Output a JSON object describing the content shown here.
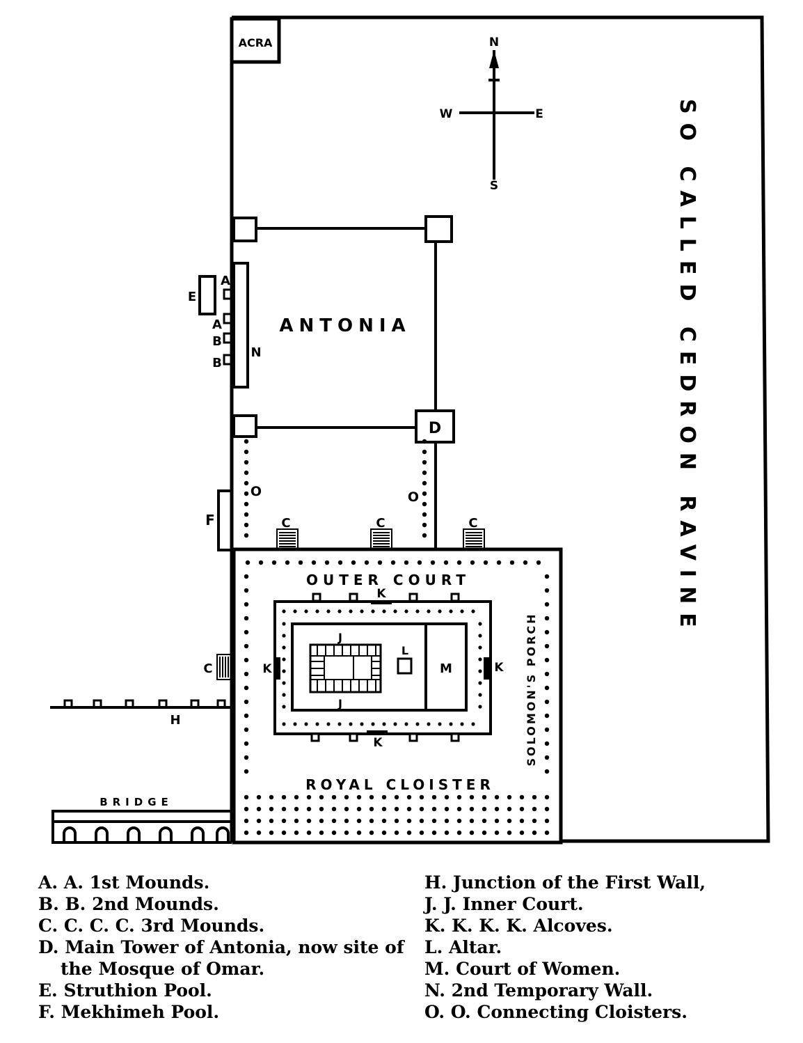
{
  "map": {
    "labels": {
      "acra": "ACRA",
      "compass_n": "N",
      "compass_s": "S",
      "compass_e": "E",
      "compass_w": "W",
      "ravine": "SO CALLED CEDRON RAVINE",
      "antonia": "ANTONIA",
      "tower_d": "D",
      "pool_e": "E",
      "pool_f": "F",
      "mound_a": "A",
      "mound_b": "B",
      "mound_c": "C",
      "wall_n": "N",
      "cloister_o": "O",
      "outer_court": "OUTER COURT",
      "royal_cloister": "ROYAL CLOISTER",
      "solomons_porch": "SOLOMON'S PORCH",
      "inner_j": "J",
      "alcove_k": "K",
      "altar_l": "L",
      "women_m": "M",
      "junction_h": "H",
      "bridge": "BRIDGE"
    }
  },
  "legend": {
    "left": [
      "A. A.  1st Mounds.",
      "B. B.  2nd Mounds.",
      "C. C. C. C.  3rd Mounds.",
      "D. Main Tower of Antonia, now site of the Mosque of Omar.",
      "E. Struthion Pool.",
      "F. Mekhimeh Pool."
    ],
    "right": [
      "H. Junction of the First Wall,",
      "J. J.  Inner Court.",
      "K. K. K. K.  Alcoves.",
      "L. Altar.",
      "M. Court of Women.",
      "N. 2nd Temporary Wall.",
      "O. O.  Connecting Cloisters."
    ]
  }
}
